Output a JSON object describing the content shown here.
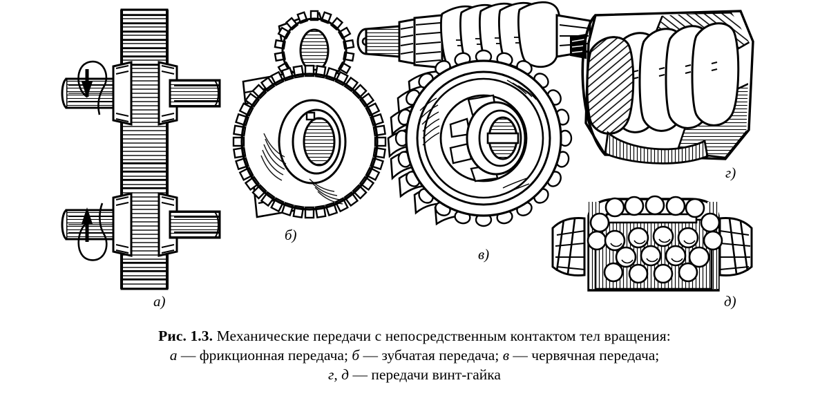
{
  "figure": {
    "number": "Рис. 1.3.",
    "caption_line1_rest": " Механические передачи с непосредственным контактом тел вращения:",
    "caption_line2": {
      "item_a_marker": "а",
      "item_a_text": " — фрикционная передача; ",
      "item_b_marker": "б",
      "item_b_text": " — зубчатая передача; ",
      "item_v_marker": "в",
      "item_v_text": " — червячная передача;"
    },
    "caption_line3": {
      "markers": "г, д",
      "text": " — передачи винт-гайка"
    }
  },
  "part_labels": {
    "a": "а)",
    "b": "б)",
    "v": "в)",
    "g": "г)",
    "d": "д)"
  },
  "parts": [
    {
      "id": "a",
      "name": "friction-drive",
      "title": "фрикционная передача",
      "elements": [
        "вертикальное колесо",
        "верхний вал с роликом",
        "нижний вал с роликом",
        "стрелка вращения вниз",
        "стрелка вращения вверх"
      ]
    },
    {
      "id": "b",
      "name": "gear-drive",
      "title": "зубчатая передача",
      "elements": [
        "малая косозубая шестерня",
        "большое косозубое колесо",
        "шпоночная ступица"
      ]
    },
    {
      "id": "v",
      "name": "worm-drive",
      "title": "червячная передача",
      "elements": [
        "червяк на валу",
        "червячное колесо",
        "ступица со шпонкой"
      ]
    },
    {
      "id": "g",
      "name": "screw-nut-sliding",
      "title": "передача винт-гайка скольжения",
      "elements": [
        "винт с резьбой",
        "гайка в разрезе"
      ]
    },
    {
      "id": "d",
      "name": "ball-screw",
      "title": "шарико-винтовая передача",
      "elements": [
        "винт",
        "гайка с шариками",
        "шарики"
      ]
    }
  ],
  "colors": {
    "ink": "#000000",
    "background": "#ffffff"
  }
}
